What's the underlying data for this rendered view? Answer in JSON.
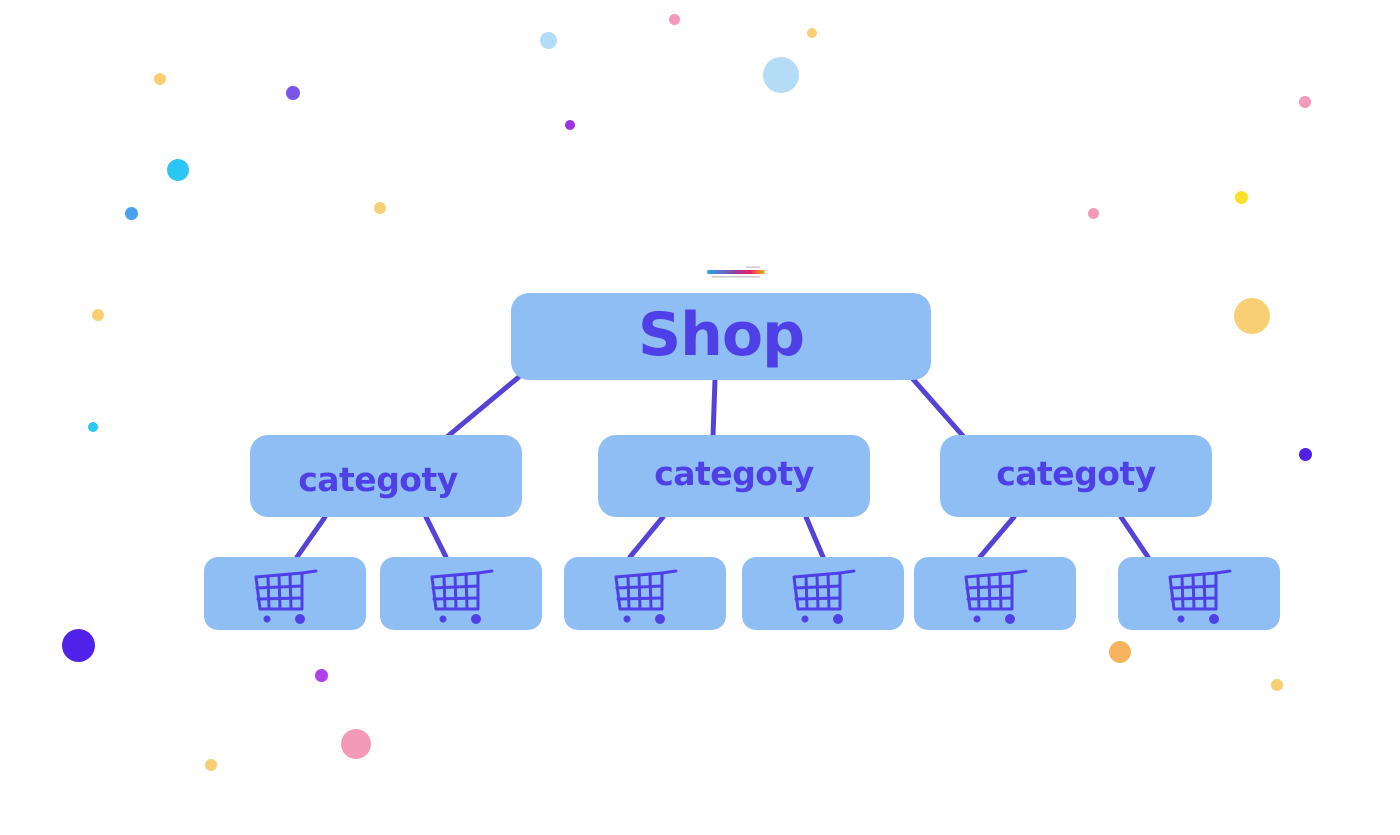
{
  "diagram": {
    "root": {
      "label": "Shop"
    },
    "categories": [
      {
        "label": "categoty"
      },
      {
        "label": "categoty"
      },
      {
        "label": "categoty"
      }
    ],
    "leaves": [
      {
        "icon": "shopping-cart-icon"
      },
      {
        "icon": "shopping-cart-icon"
      },
      {
        "icon": "shopping-cart-icon"
      },
      {
        "icon": "shopping-cart-icon"
      },
      {
        "icon": "shopping-cart-icon"
      },
      {
        "icon": "shopping-cart-icon"
      }
    ]
  },
  "logo": {
    "icon": "brand-logo-icon"
  },
  "colors": {
    "node_fill": "#8fbef5",
    "node_text": "#4f3fe6",
    "connector": "#5542d6"
  }
}
